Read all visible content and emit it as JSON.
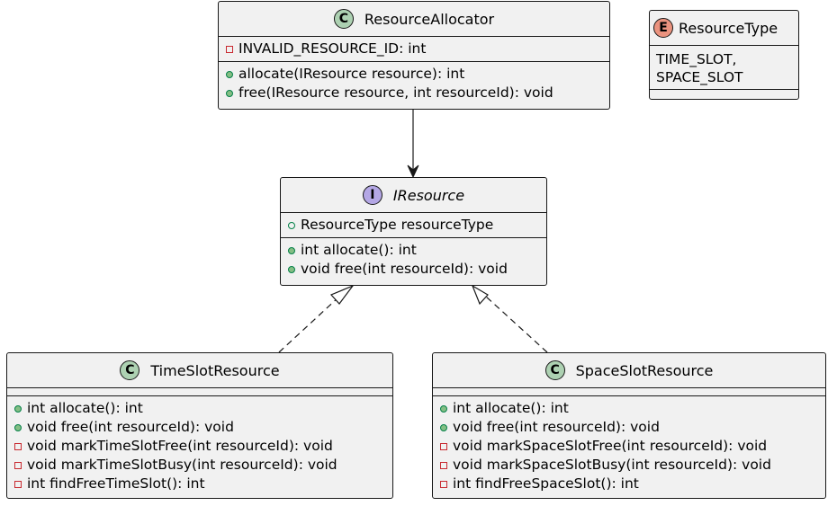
{
  "classes": {
    "resource_allocator": {
      "name": "ResourceAllocator",
      "stereotype": "C",
      "fields": [
        {
          "visibility": "private",
          "text": "INVALID_RESOURCE_ID: int"
        }
      ],
      "methods": [
        {
          "visibility": "public",
          "text": "allocate(IResource resource): int"
        },
        {
          "visibility": "public",
          "text": "free(IResource resource, int resourceId): void"
        }
      ]
    },
    "resource_type": {
      "name": "ResourceType",
      "stereotype": "E",
      "values": [
        "TIME_SLOT,",
        "SPACE_SLOT"
      ]
    },
    "iresource": {
      "name": "IResource",
      "stereotype": "I",
      "fields": [
        {
          "visibility": "public",
          "text": "ResourceType resourceType"
        }
      ],
      "methods": [
        {
          "visibility": "public",
          "text": "int allocate(): int"
        },
        {
          "visibility": "public",
          "text": "void free(int resourceId): void"
        }
      ]
    },
    "time_slot_resource": {
      "name": "TimeSlotResource",
      "stereotype": "C",
      "methods": [
        {
          "visibility": "public",
          "text": "int allocate(): int"
        },
        {
          "visibility": "public",
          "text": "void free(int resourceId): void"
        },
        {
          "visibility": "private",
          "text": "void markTimeSlotFree(int resourceId): void"
        },
        {
          "visibility": "private",
          "text": "void markTimeSlotBusy(int resourceId): void"
        },
        {
          "visibility": "private",
          "text": "int findFreeTimeSlot(): int"
        }
      ]
    },
    "space_slot_resource": {
      "name": "SpaceSlotResource",
      "stereotype": "C",
      "methods": [
        {
          "visibility": "public",
          "text": "int allocate(): int"
        },
        {
          "visibility": "public",
          "text": "void free(int resourceId): void"
        },
        {
          "visibility": "private",
          "text": "void markSpaceSlotFree(int resourceId): void"
        },
        {
          "visibility": "private",
          "text": "void markSpaceSlotBusy(int resourceId): void"
        },
        {
          "visibility": "private",
          "text": "int findFreeSpaceSlot(): int"
        }
      ]
    }
  },
  "colors": {
    "class_fill": "#f1f1f1",
    "border": "#181818",
    "class_stereotype": "#add1b2",
    "interface_stereotype": "#b4a7e5",
    "enum_stereotype": "#eb937f",
    "public_marker": "#84be84",
    "private_marker": "#c82930"
  },
  "relations": [
    {
      "from": "ResourceAllocator",
      "to": "IResource",
      "type": "association"
    },
    {
      "from": "TimeSlotResource",
      "to": "IResource",
      "type": "realization"
    },
    {
      "from": "SpaceSlotResource",
      "to": "IResource",
      "type": "realization"
    }
  ]
}
